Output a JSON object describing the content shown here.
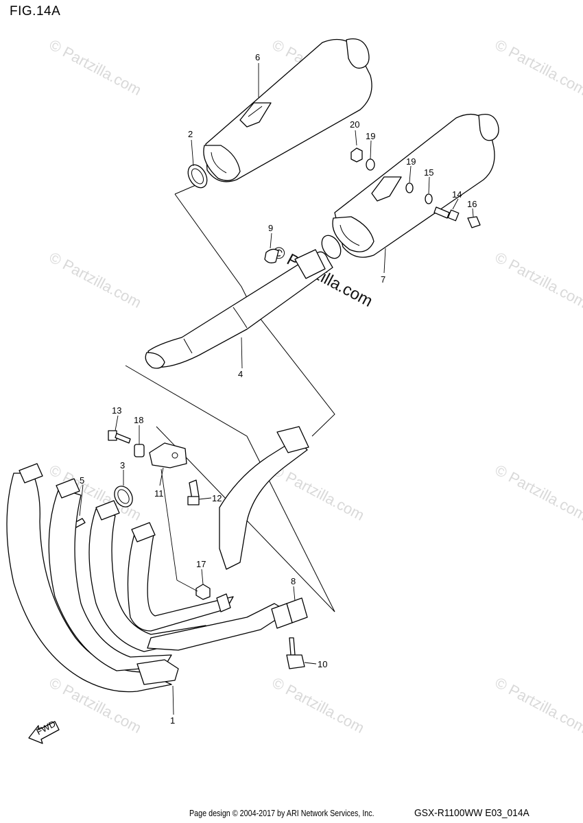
{
  "figure": {
    "title": "FIG.14A"
  },
  "callouts": [
    {
      "id": "1",
      "label": "1",
      "part": "exhaust-header-pipe"
    },
    {
      "id": "2",
      "label": "2",
      "part": "gasket-ring"
    },
    {
      "id": "3",
      "label": "3",
      "part": "gasket-ring"
    },
    {
      "id": "4",
      "label": "4",
      "part": "connecting-pipe"
    },
    {
      "id": "5",
      "label": "5",
      "part": "stud-bolt"
    },
    {
      "id": "6",
      "label": "6",
      "part": "muffler-left"
    },
    {
      "id": "7",
      "label": "7",
      "part": "muffler-right"
    },
    {
      "id": "8",
      "label": "8",
      "part": "connector"
    },
    {
      "id": "9",
      "label": "9",
      "part": "clamp-nut"
    },
    {
      "id": "10",
      "label": "10",
      "part": "bolt"
    },
    {
      "id": "11",
      "label": "11",
      "part": "bracket"
    },
    {
      "id": "12",
      "label": "12",
      "part": "bolt"
    },
    {
      "id": "13",
      "label": "13",
      "part": "bolt"
    },
    {
      "id": "14",
      "label": "14",
      "part": "bolt"
    },
    {
      "id": "15",
      "label": "15",
      "part": "washer"
    },
    {
      "id": "16",
      "label": "16",
      "part": "cap"
    },
    {
      "id": "17",
      "label": "17",
      "part": "nut"
    },
    {
      "id": "18",
      "label": "18",
      "part": "spacer"
    },
    {
      "id": "19a",
      "label": "19",
      "part": "washer"
    },
    {
      "id": "19b",
      "label": "19",
      "part": "washer"
    },
    {
      "id": "20",
      "label": "20",
      "part": "nut"
    }
  ],
  "fwd_arrow": {
    "label": "FWD"
  },
  "watermarks": {
    "text": "© Partzilla.com",
    "center_text": "© Partzilla.com"
  },
  "footer": {
    "credit": "Page design © 2004-2017 by ARI Network Services, Inc.",
    "model_code": "GSX-R1100WW  E03_014A"
  }
}
